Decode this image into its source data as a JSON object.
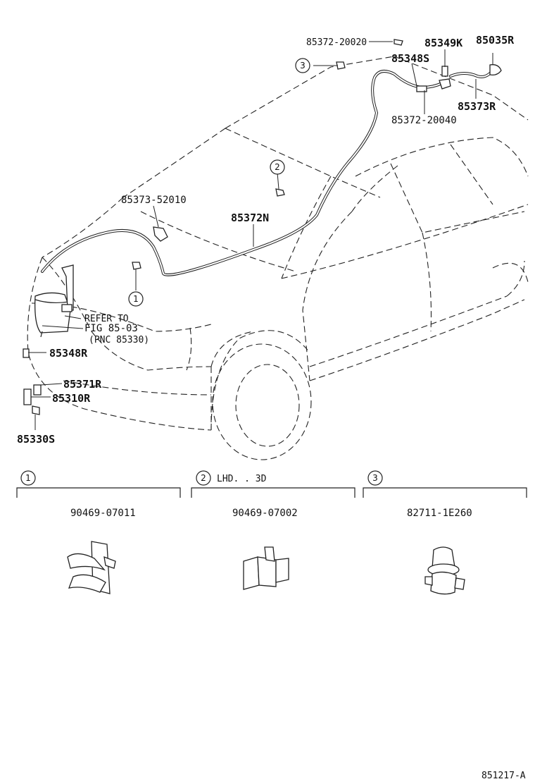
{
  "labels": {
    "p_85372_20020": "85372-20020",
    "p_85349k": "85349K",
    "p_85035r": "85035R",
    "p_85348s": "85348S",
    "p_85373r": "85373R",
    "p_85372_20040": "85372-20040",
    "p_85373_52010": "85373-52010",
    "p_85372n": "85372N",
    "refer_line1": "REFER TO",
    "refer_line2": "FIG  85-03",
    "refer_line3": "(PNC 85330)",
    "p_85348r": "85348R",
    "p_85371r": "85371R",
    "p_85310r": "85310R",
    "p_85330s": "85330S"
  },
  "callouts": {
    "one": "1",
    "two": "2",
    "three": "3"
  },
  "sections": [
    {
      "number": "1",
      "condition": "",
      "part_number": "90469-07011"
    },
    {
      "number": "2",
      "condition": "LHD. . 3D",
      "part_number": "90469-07002"
    },
    {
      "number": "3",
      "condition": "",
      "part_number": "82711-1E260"
    }
  ],
  "figure_code": "851217-A"
}
